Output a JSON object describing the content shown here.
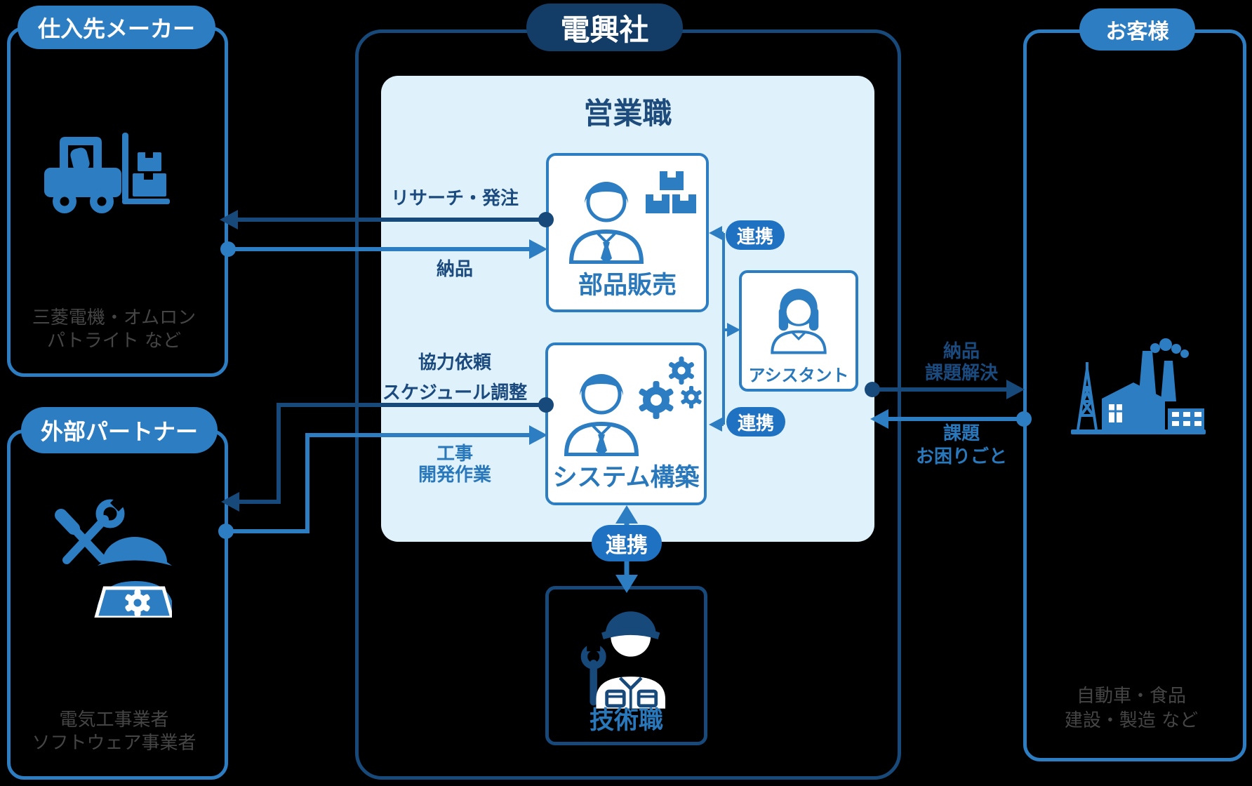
{
  "colors": {
    "blue": "#2c7dc2",
    "navy_line": "#17497a",
    "navy_pill": "#133c66",
    "badge_blue": "#1f71c2",
    "panel_bg": "#dff1fb",
    "label_blue": "#2878bb",
    "label_navy": "#1b4a7e",
    "note_gray": "#454545"
  },
  "supplier": {
    "title": "仕入先メーカー",
    "note1": "三菱電機・オムロン",
    "note2": "パトライト など"
  },
  "partner": {
    "title": "外部パートナー",
    "note1": "電気工事業者",
    "note2": "ソフトウェア事業者"
  },
  "company": {
    "title": "電興社",
    "sales_title": "営業職",
    "parts_label": "部品販売",
    "system_label": "システム構築",
    "assistant_label": "アシスタント",
    "tech_label": "技術職"
  },
  "customer": {
    "title": "お客様",
    "note1": "自動車・食品",
    "note2": "建設・製造 など"
  },
  "edges": {
    "research": "リサーチ・発注",
    "delivery": "納品",
    "coop1": "協力依頼",
    "coop2": "スケジュール調整",
    "work1": "工事",
    "work2": "開発作業",
    "deliver_right1": "納品",
    "deliver_right2": "課題解決",
    "issue1": "課題",
    "issue2": "お困りごと",
    "link": "連携"
  }
}
